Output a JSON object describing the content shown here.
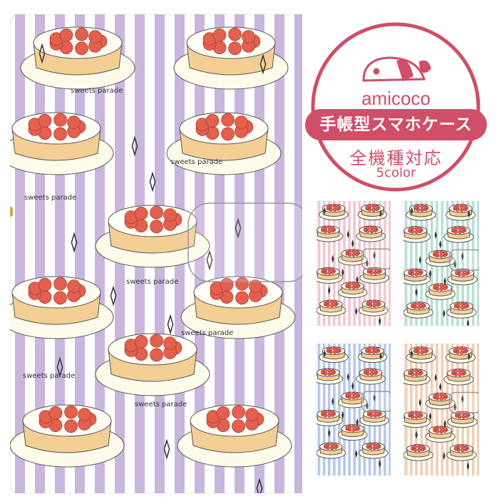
{
  "product": {
    "pattern_text": "sweets parade",
    "main_stripe_color": "#c9b6dc",
    "variants": [
      {
        "name": "purple",
        "stripe": "#c9b6dc"
      },
      {
        "name": "pink",
        "stripe": "#f2c7cf"
      },
      {
        "name": "mint",
        "stripe": "#b9e0d6"
      },
      {
        "name": "blue",
        "stripe": "#b7c8e8"
      },
      {
        "name": "beige",
        "stripe": "#f0cfb4"
      }
    ]
  },
  "badge": {
    "brand": "amicoco",
    "title": "手帳型スマホケース",
    "compat": "全機種対応",
    "colors": "5color",
    "accent": "#cf4e68"
  }
}
